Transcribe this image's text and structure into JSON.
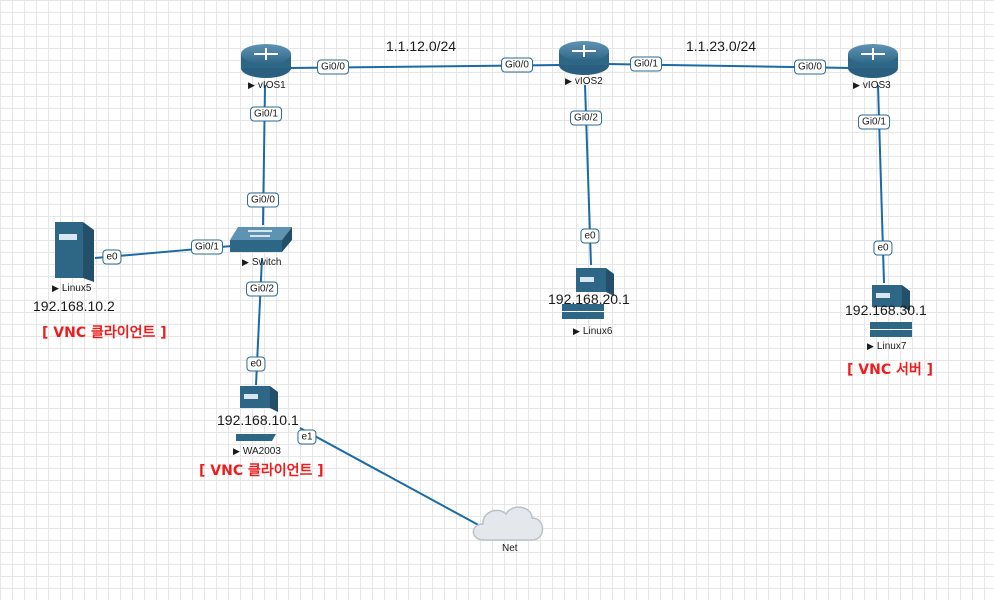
{
  "networks": {
    "net_12": "1.1.12.0/24",
    "net_23": "1.1.23.0/24"
  },
  "nodes": {
    "vios1": "vIOS1",
    "vios2": "vIOS2",
    "vios3": "vIOS3",
    "switch": "Switch",
    "linux5": "Linux5",
    "linux6": "Linux6",
    "linux7": "Linux7",
    "wa2003": "WA2003",
    "net": "Net"
  },
  "ips": {
    "linux5": "192.168.10.2",
    "linux6": "192.168.20.1",
    "linux7": "192.168.30.1",
    "wa2003": "192.168.10.1"
  },
  "roles": {
    "linux5": "[ VNC 클라이언트 ]",
    "wa2003": "[ VNC 클라이언트 ]",
    "linux7": "[ VNC 서버 ]"
  },
  "ports": {
    "vios1_gi00": "Gi0/0",
    "vios1_gi01": "Gi0/1",
    "vios2_gi00": "Gi0/0",
    "vios2_gi01": "Gi0/1",
    "vios2_gi02": "Gi0/2",
    "vios3_gi00": "Gi0/0",
    "vios3_gi01": "Gi0/1",
    "switch_gi00": "Gi0/0",
    "switch_gi01": "Gi0/1",
    "switch_gi02": "Gi0/2",
    "linux5_e0": "e0",
    "linux6_e0": "e0",
    "linux7_e0": "e0",
    "wa2003_e0": "e0",
    "wa2003_e1": "e1"
  },
  "colors": {
    "link": "#1a6aa6",
    "device": "#2e5f7a",
    "role_text": "#ee1c1c"
  }
}
